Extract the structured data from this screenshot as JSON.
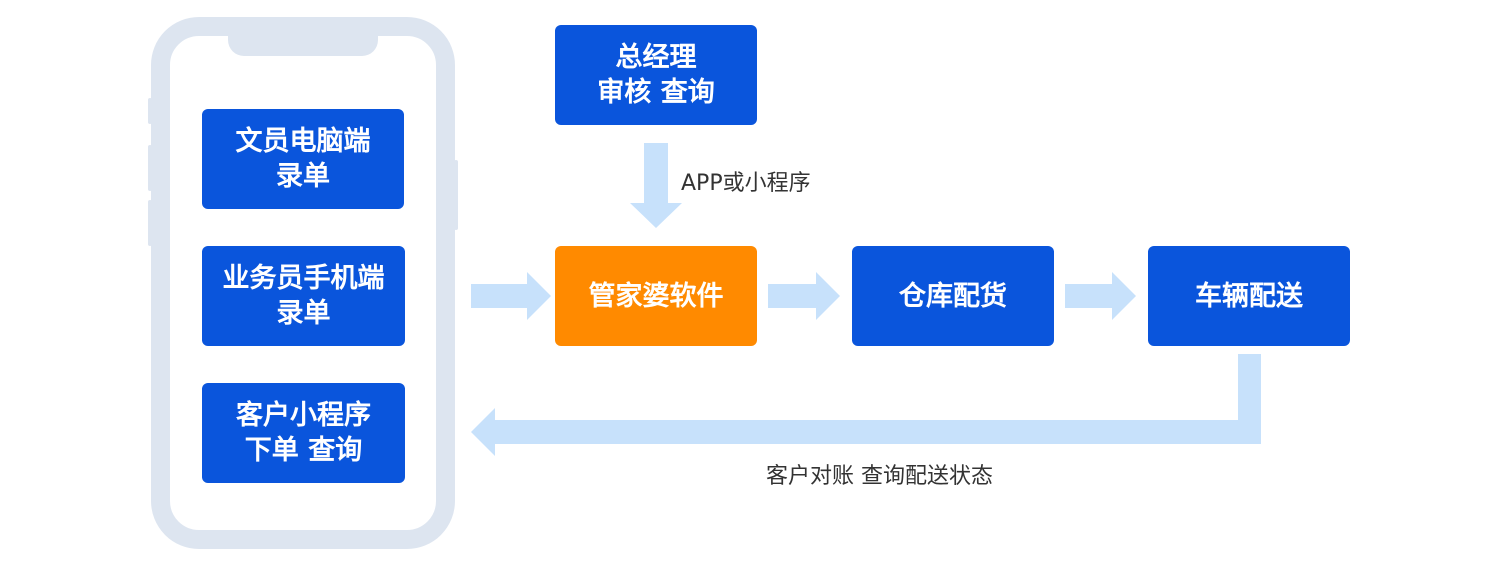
{
  "phone_boxes": {
    "clerk": {
      "line1": "文员电脑端",
      "line2": "录单"
    },
    "sales": {
      "line1": "业务员手机端",
      "line2": "录单"
    },
    "customer": {
      "line1": "客户小程序",
      "line2": "下单 查询"
    }
  },
  "manager": {
    "line1": "总经理",
    "line2": "审核 查询"
  },
  "main_flow": {
    "software": "管家婆软件",
    "warehouse": "仓库配货",
    "delivery": "车辆配送"
  },
  "labels": {
    "app_channel": "APP或小程序",
    "feedback": "客户对账 查询配送状态"
  },
  "colors": {
    "box_blue": "#0a55dc",
    "box_orange": "#ff8a00",
    "arrow": "#c7e1fb",
    "phone_frame": "#dde5f0"
  }
}
